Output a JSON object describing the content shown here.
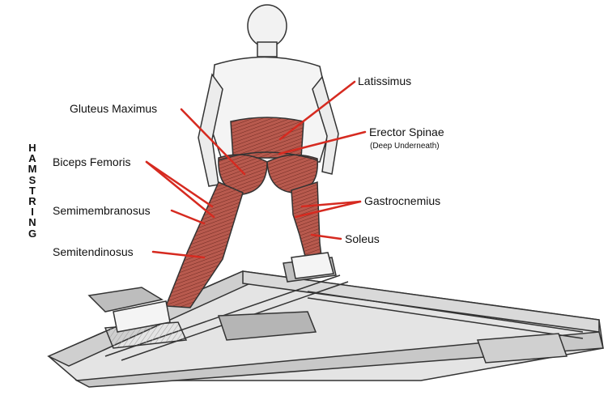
{
  "side_label": "HAMSTRING",
  "labels": {
    "latissimus": "Latissimus",
    "gluteus_maximus": "Gluteus Maximus",
    "erector_spinae": "Erector Spinae",
    "erector_note": "(Deep Underneath)",
    "biceps_femoris": "Biceps Femoris",
    "semimembranosus": "Semimembranosus",
    "semitendinosus": "Semitendinosus",
    "gastrocnemius": "Gastrocnemius",
    "soleus": "Soleus"
  },
  "colors": {
    "pointer": "#d62a20",
    "muscle": "#a4483e",
    "line_art": "#3a3a3a"
  }
}
